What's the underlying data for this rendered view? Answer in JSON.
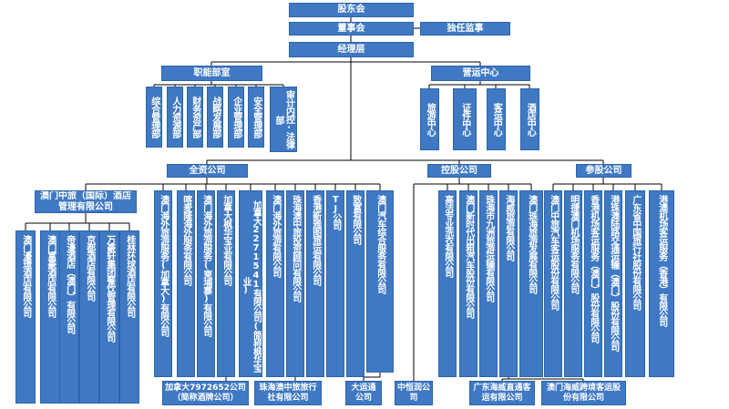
{
  "colors": {
    "box_fill": "#3f79c3",
    "box_border": "#2e64a9",
    "box_text": "#ffffff",
    "line": "#000000"
  },
  "top": {
    "shareholders": "股东会",
    "board": "董事会",
    "independent_supervisor": "独任监事",
    "management": "经理层"
  },
  "departments": {
    "functional": {
      "label": "职能部室",
      "items": [
        "综合管理部",
        "人力资源部",
        "财务资产部",
        "战略发展部",
        "企业管理部",
        "安全管理部",
        "审计内控·法律部"
      ]
    },
    "operations": {
      "label": "营运中心",
      "items": [
        "旅游中心",
        "证件中心",
        "客运中心",
        "酒店中心"
      ]
    }
  },
  "groups": {
    "wholly_owned": {
      "label": "全资公司",
      "hotel_group": {
        "label": "澳门中旅（国际）酒店管理有限公司",
        "children": [
          "澳门濠璟酒店有限公司",
          "澳门富豪酒店有限公司",
          "帝濠酒店（澳门）有限公司",
          "京都酒店有限公司",
          "万豪轩集团餐饮管理有限公司",
          "桂林环球酒店有限公司"
        ]
      },
      "companies": [
        "澳门海外旅游服务(加拿大)有限公司",
        "喀麦隆海外服务有限公司",
        "澳门海外旅游服务(柬埔寨)有限公司",
        "加拿大枫华宝业有限公司",
        "加拿大2271541有限公司(简称枫华宝业)",
        "澳门海外旅游有限公司",
        "珠海澳中旅投资顾问有限公司",
        "香港新雅图旅运有限公司",
        "TJ公司",
        "致富有限公司",
        "澳门汽车综合服务有限公司"
      ],
      "sub_companies": [
        "加拿大7972652公司（简称酒牌公司）",
        "珠海澳中旅旅行社有限公司",
        "大运通公司"
      ]
    },
    "holding": {
      "label": "控股公司",
      "companies": [
        "高洁专业洗衣有限公司",
        "澳门新时代出租汽车股份有限公司",
        "珠海市九洲旅游运输有限公司",
        "海威旅游有限公司",
        "澳门珠海旅游发展有限公司"
      ],
      "sub_companies": [
        "中恒润公司",
        "广东海威直通客运有限公司",
        "澳门海威跨境客运股份有限公司"
      ]
    },
    "associate": {
      "label": "参股公司",
      "companies": [
        "澳门中旅汽车客运股份有限公司",
        "明捷澳门机场服务有限公司",
        "香港机场客运服务（澳门）股份有限公司",
        "港珠澳陆路交通运输（澳门）股份有限公司",
        "广东省中国旅行社股份有限公司",
        "港澳机场客运服务（香港）有限公司"
      ]
    }
  }
}
